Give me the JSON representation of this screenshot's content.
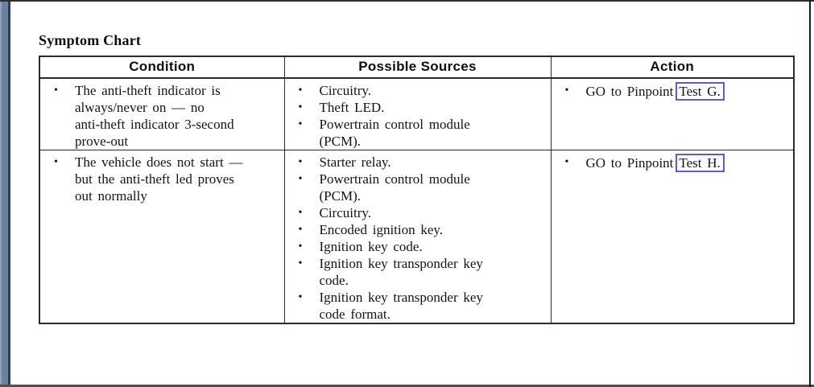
{
  "page": {
    "title": "Symptom Chart"
  },
  "glyphs": {
    "bullet": "•"
  },
  "colors": {
    "link_box": "#5b5bd7",
    "edge_bar": "#6b81a1",
    "edge_bar_dark": "#2d3c55"
  },
  "table": {
    "headers": [
      "Condition",
      "Possible Sources",
      "Action"
    ],
    "rows": [
      {
        "condition": [
          "The anti-theft indicator is",
          "always/never on — no",
          "anti-theft indicator 3-second",
          "prove-out"
        ],
        "sources": [
          "Circuitry.",
          "Theft LED.",
          [
            "Powertrain control module",
            "(PCM)."
          ]
        ],
        "action_prefix": "GO to Pinpoint",
        "action_link": "Test G."
      },
      {
        "condition": [
          "The vehicle does not start —",
          "but the anti-theft led proves",
          "out normally"
        ],
        "sources": [
          "Starter relay.",
          [
            "Powertrain control module",
            "(PCM)."
          ],
          "Circuitry.",
          "Encoded ignition key.",
          "Ignition key code.",
          [
            "Ignition key transponder key",
            "code."
          ],
          [
            "Ignition key transponder key",
            "code format."
          ]
        ],
        "action_prefix": "GO to Pinpoint",
        "action_link": "Test H."
      }
    ]
  }
}
